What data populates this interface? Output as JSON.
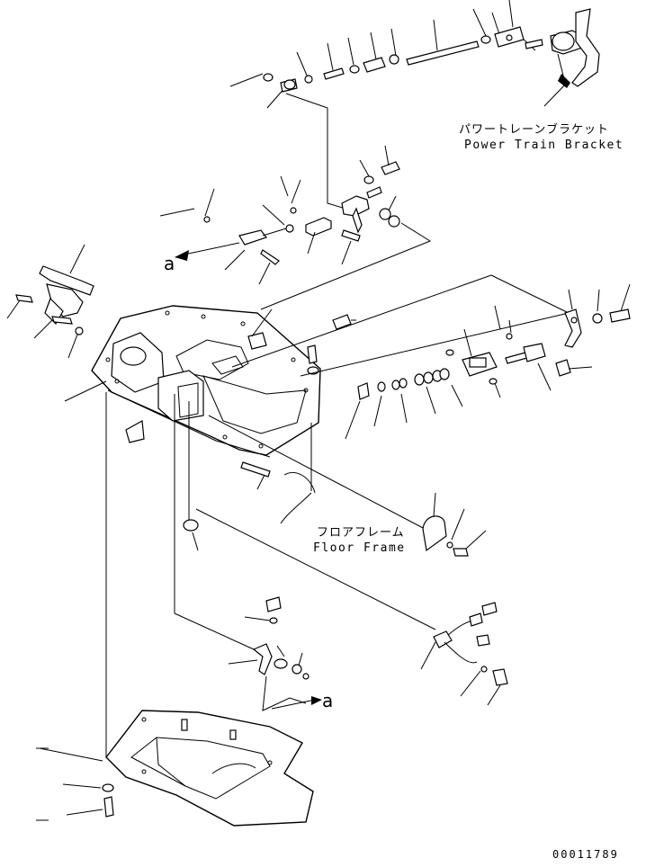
{
  "labels": {
    "power_train_bracket_jp": "パワートレーンブラケット",
    "power_train_bracket_en": "Power Train Bracket",
    "floor_frame_jp": "フロアフレーム",
    "floor_frame_en": "Floor Frame"
  },
  "refs": {
    "upper_a": "a",
    "lower_a": "a"
  },
  "drawing_code": "00011789"
}
